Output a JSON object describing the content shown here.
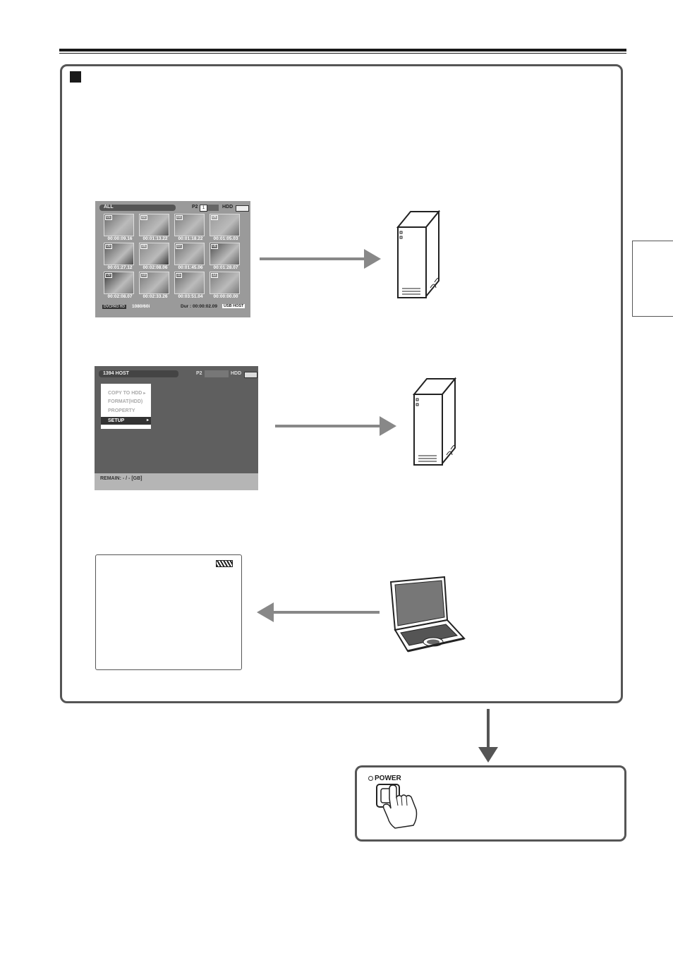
{
  "thumbnail_screen": {
    "mode": "ALL",
    "p2_label": "P2",
    "slot": "1",
    "hdd_label": "HDD",
    "clips": [
      {
        "num": "01",
        "tc": "00:00:09.16"
      },
      {
        "num": "02",
        "tc": "00:01:13.22"
      },
      {
        "num": "03",
        "tc": "00:01:18.22"
      },
      {
        "num": "04",
        "tc": "00:01:05.03"
      },
      {
        "num": "05",
        "tc": "00:01:27.12"
      },
      {
        "num": "06",
        "tc": "00:02:08.06"
      },
      {
        "num": "07",
        "tc": "00:01:45.06"
      },
      {
        "num": "08",
        "tc": "00:01:28.07"
      },
      {
        "num": "09",
        "tc": "00:02:08.07"
      },
      {
        "num": "10",
        "tc": "00:02:33.26"
      },
      {
        "num": "11",
        "tc": "00:03:51.04"
      },
      {
        "num": "12",
        "tc": "00:00:00.00"
      }
    ],
    "codec": "DVCPRO HD",
    "format": "1080/60i",
    "duration": "Dur : 00:00:02.09",
    "usb_host": "USB HOST"
  },
  "setup_screen": {
    "mode": "1394 HOST",
    "p2_label": "P2",
    "hdd_label": "HDD",
    "menu": [
      "COPY TO HDD",
      "FORMAT(HDD)",
      "PROPERTY",
      "SETUP"
    ],
    "remain": "REMAIN: - / - [GB]"
  },
  "power_box": {
    "label": "POWER"
  }
}
